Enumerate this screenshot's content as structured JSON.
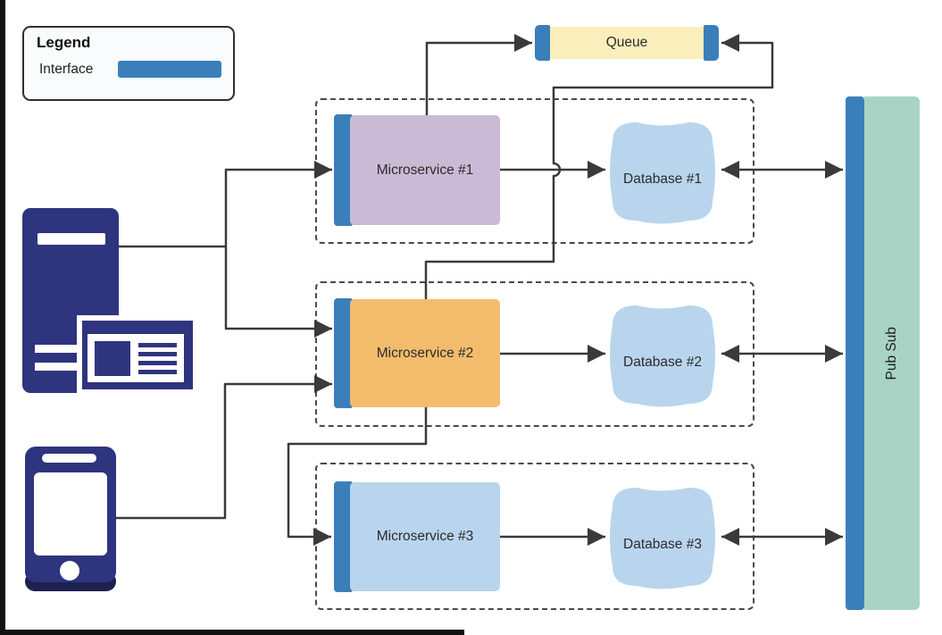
{
  "legend": {
    "title": "Legend",
    "items": [
      {
        "label": "Interface",
        "color": "#3b7fba"
      }
    ]
  },
  "nodes": {
    "queue": {
      "label": "Queue",
      "fill": "#faeebc"
    },
    "pubsub": {
      "label": "Pub Sub",
      "fill": "#a9d4c5"
    },
    "services": [
      {
        "label": "Microservice #1",
        "fill": "#cbbad5"
      },
      {
        "label": "Microservice #2",
        "fill": "#f3bc6d"
      },
      {
        "label": "Microservice #3",
        "fill": "#b9d5ee"
      }
    ],
    "databases": [
      {
        "label": "Database #1",
        "fill": "#b9d5ee"
      },
      {
        "label": "Database #2",
        "fill": "#b9d5ee"
      },
      {
        "label": "Database #3",
        "fill": "#b9d5ee"
      }
    ]
  },
  "icons": {
    "clients": [
      "desktop-server-client-icon",
      "mobile-phone-client-icon"
    ]
  },
  "colors": {
    "interface": "#3b7fba",
    "connector": "#3a3a3a",
    "client_icon": "#2f347e",
    "group_border": "#4a4a4a"
  }
}
